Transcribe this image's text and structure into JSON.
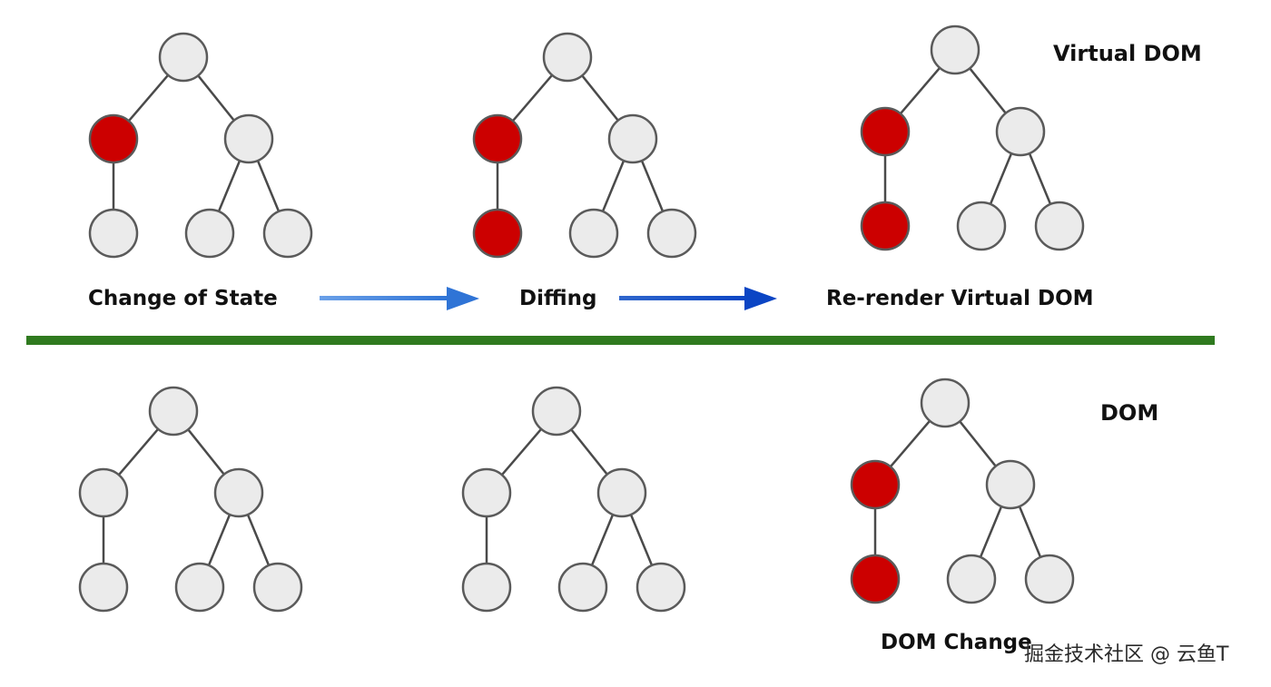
{
  "sections": {
    "virtual_dom_label": "Virtual DOM",
    "dom_label": "DOM"
  },
  "stages": {
    "change_of_state": "Change of State",
    "diffing": "Diffing",
    "rerender": "Re-render Virtual DOM",
    "dom_change": "DOM Change"
  },
  "watermark": "掘金技术社区 @ 云鱼T",
  "colors": {
    "node_fill": "#ebebeb",
    "node_stroke": "#5a5a5a",
    "changed_node_fill": "#cc0000",
    "edge": "#4a4a4a",
    "divider": "#2f7a1f",
    "arrow_1": "#3d7fd9",
    "arrow_2": "#1550c8"
  },
  "trees": [
    {
      "name": "virtual-dom-tree-1",
      "changed": [
        "left_child"
      ]
    },
    {
      "name": "virtual-dom-tree-2",
      "changed": [
        "left_child",
        "left_grandchild"
      ]
    },
    {
      "name": "virtual-dom-tree-3",
      "changed": [
        "left_child",
        "left_grandchild"
      ]
    },
    {
      "name": "dom-tree-1",
      "changed": []
    },
    {
      "name": "dom-tree-2",
      "changed": []
    },
    {
      "name": "dom-tree-3",
      "changed": [
        "left_child",
        "left_grandchild"
      ]
    }
  ]
}
